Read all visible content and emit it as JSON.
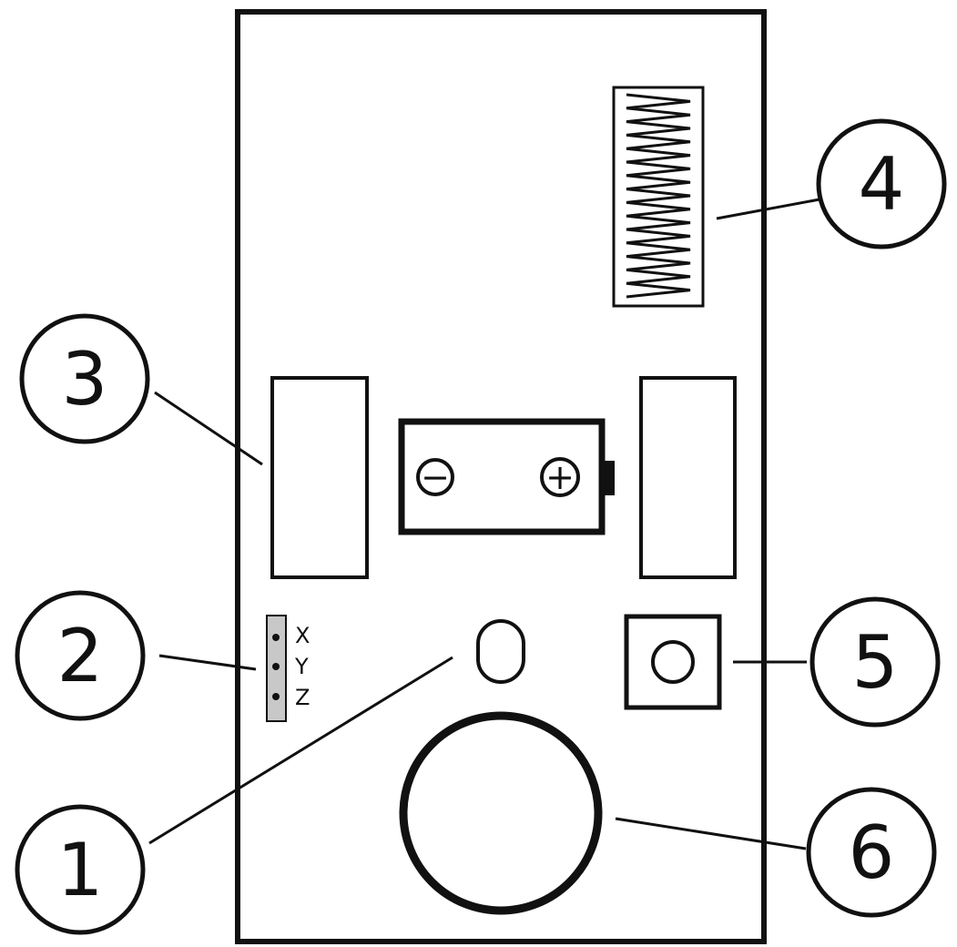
{
  "colors": {
    "ink": "#111111",
    "paper": "#ffffff",
    "jumper_fill": "#c8c8c8"
  },
  "jumper": {
    "labels": [
      "X",
      "Y",
      "Z"
    ]
  },
  "battery": {
    "minus_symbol": "−",
    "plus_symbol": "+"
  },
  "callouts": [
    {
      "id": "callout-1",
      "label": "1"
    },
    {
      "id": "callout-2",
      "label": "2"
    },
    {
      "id": "callout-3",
      "label": "3"
    },
    {
      "id": "callout-4",
      "label": "4"
    },
    {
      "id": "callout-5",
      "label": "5"
    },
    {
      "id": "callout-6",
      "label": "6"
    }
  ]
}
